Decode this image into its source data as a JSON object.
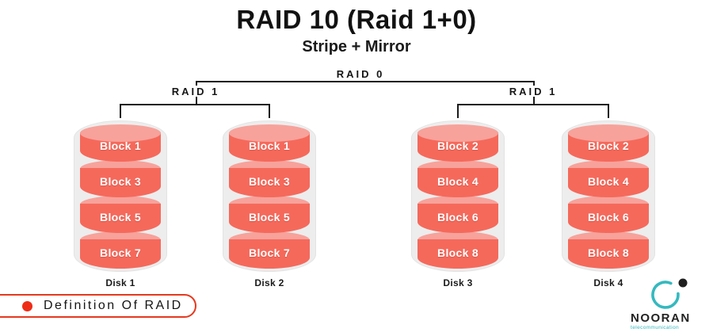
{
  "header": {
    "title": "RAID 10 (Raid 1+0)",
    "subtitle": "Stripe + Mirror"
  },
  "tree": {
    "root_label": "RAID 0",
    "left_group_label": "RAID 1",
    "right_group_label": "RAID 1"
  },
  "disks": [
    {
      "name": "Disk 1",
      "blocks": [
        "Block 1",
        "Block 3",
        "Block 5",
        "Block 7"
      ]
    },
    {
      "name": "Disk 2",
      "blocks": [
        "Block 1",
        "Block 3",
        "Block 5",
        "Block 7"
      ]
    },
    {
      "name": "Disk 3",
      "blocks": [
        "Block 2",
        "Block 4",
        "Block 6",
        "Block 8"
      ]
    },
    {
      "name": "Disk 4",
      "blocks": [
        "Block 2",
        "Block 4",
        "Block 6",
        "Block 8"
      ]
    }
  ],
  "footer": {
    "badge_label": "Definition Of RAID"
  },
  "logo": {
    "name": "NOORAN",
    "tagline": "telecommunication"
  },
  "colors": {
    "red": "#f5695b",
    "pink": "#f7a29b",
    "shell": "#ededed",
    "line": "#1b1b1b",
    "badge-border": "#e5391f",
    "dot": "#ee2c15",
    "teal": "#35b9bf"
  }
}
